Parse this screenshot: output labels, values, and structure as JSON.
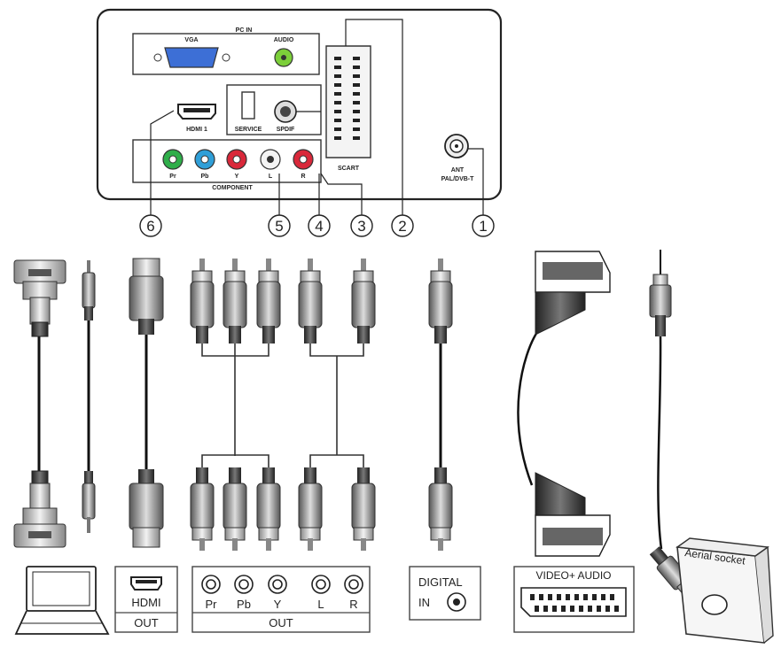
{
  "tv_panel": {
    "pc_in": "PC IN",
    "vga": "VGA",
    "audio": "AUDIO",
    "hdmi1": "HDMI 1",
    "service": "SERVICE",
    "spdif": "SPDIF",
    "scart": "SCART",
    "ant_line1": "ANT",
    "ant_line2": "PAL/DVB-T",
    "comp_pr": "Pr",
    "comp_pb": "Pb",
    "comp_y": "Y",
    "audio_l": "L",
    "audio_r": "R",
    "component": "COMPONENT"
  },
  "callouts": [
    "6",
    "5",
    "4",
    "3",
    "2",
    "1"
  ],
  "devices": {
    "hdmi_label": "HDMI",
    "hdmi_out": "OUT",
    "comp_pr": "Pr",
    "comp_pb": "Pb",
    "comp_y": "Y",
    "audio_l": "L",
    "audio_r": "R",
    "comp_out": "OUT",
    "digital_line1": "DIGITAL",
    "digital_line2": "IN",
    "scart_label": "VIDEO+ AUDIO",
    "aerial_label": "Aerial socket"
  },
  "colors": {
    "vga_blue": "#3d6fd6",
    "audio_green": "#7ccf3a",
    "comp_green": "#2fae4a",
    "comp_blue": "#2f9fd8",
    "comp_red": "#d9283a",
    "comp_white": "#f4f4f4"
  }
}
